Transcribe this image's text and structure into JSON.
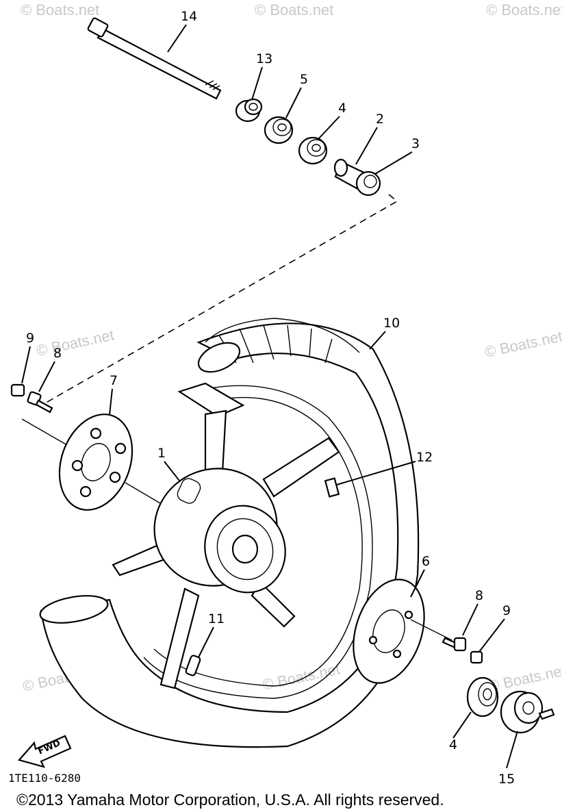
{
  "diagram": {
    "callouts": [
      "14",
      "13",
      "5",
      "4",
      "2",
      "3",
      "9",
      "8",
      "7",
      "1",
      "10",
      "12",
      "6",
      "8",
      "9",
      "11",
      "4",
      "15"
    ],
    "fwd_label": "FWD",
    "drawing_code": "1TE110-6280",
    "copyright": "©2013 Yamaha Motor Corporation, U.S.A. All rights reserved.",
    "watermark": "© Boats.net"
  }
}
